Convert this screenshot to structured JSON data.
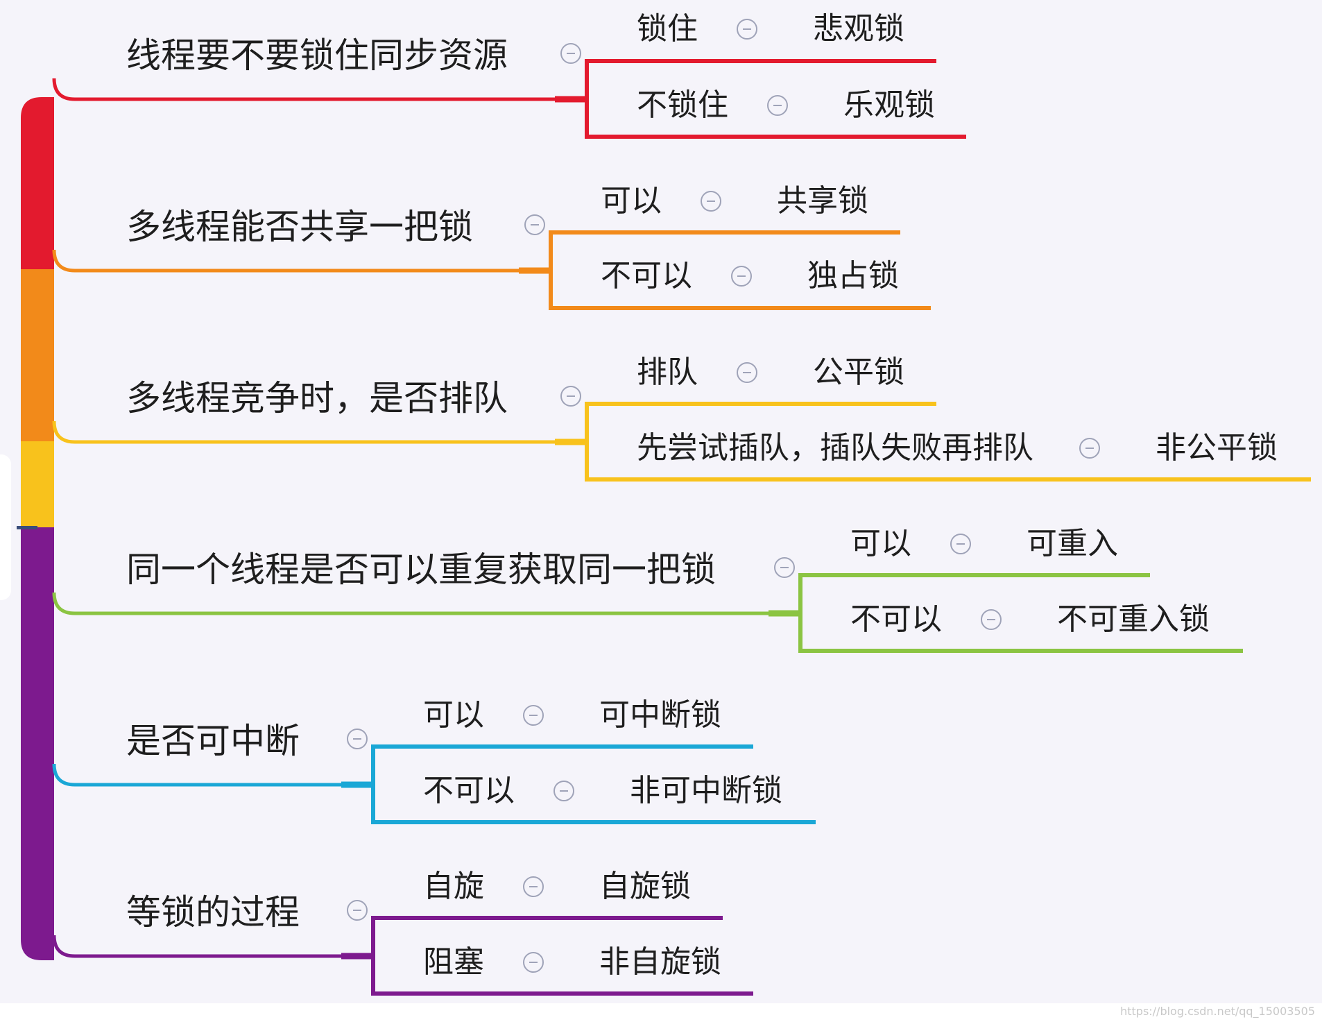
{
  "questions": [
    {
      "label": "线程要不要锁住同步资源",
      "color": "#e31a2e",
      "answers": [
        {
          "choice": "锁住",
          "lock": "悲观锁"
        },
        {
          "choice": "不锁住",
          "lock": "乐观锁"
        }
      ]
    },
    {
      "label": "多线程能否共享一把锁",
      "color": "#f28a1a",
      "answers": [
        {
          "choice": "可以",
          "lock": "共享锁"
        },
        {
          "choice": "不可以",
          "lock": "独占锁"
        }
      ]
    },
    {
      "label": "多线程竞争时，是否排队",
      "color": "#f8c21c",
      "answers": [
        {
          "choice": "排队",
          "lock": "公平锁"
        },
        {
          "choice": "先尝试插队，插队失败再排队",
          "lock": "非公平锁"
        }
      ]
    },
    {
      "label": "同一个线程是否可以重复获取同一把锁",
      "color": "#8bc442",
      "answers": [
        {
          "choice": "可以",
          "lock": "可重入"
        },
        {
          "choice": "不可以",
          "lock": "不可重入锁"
        }
      ]
    },
    {
      "label": "是否可中断",
      "color": "#1aa7d6",
      "answers": [
        {
          "choice": "可以",
          "lock": "可中断锁"
        },
        {
          "choice": "不可以",
          "lock": "非可中断锁"
        }
      ]
    },
    {
      "label": "等锁的过程",
      "color": "#7d1a8e",
      "answers": [
        {
          "choice": "自旋",
          "lock": "自旋锁"
        },
        {
          "choice": "阻塞",
          "lock": "非自旋锁"
        }
      ]
    }
  ],
  "trunk_colors": [
    "#e31a2e",
    "#f28a1a",
    "#f8c21c",
    "#7d1a8e"
  ],
  "watermark": "https://blog.csdn.net/qq_15003505"
}
